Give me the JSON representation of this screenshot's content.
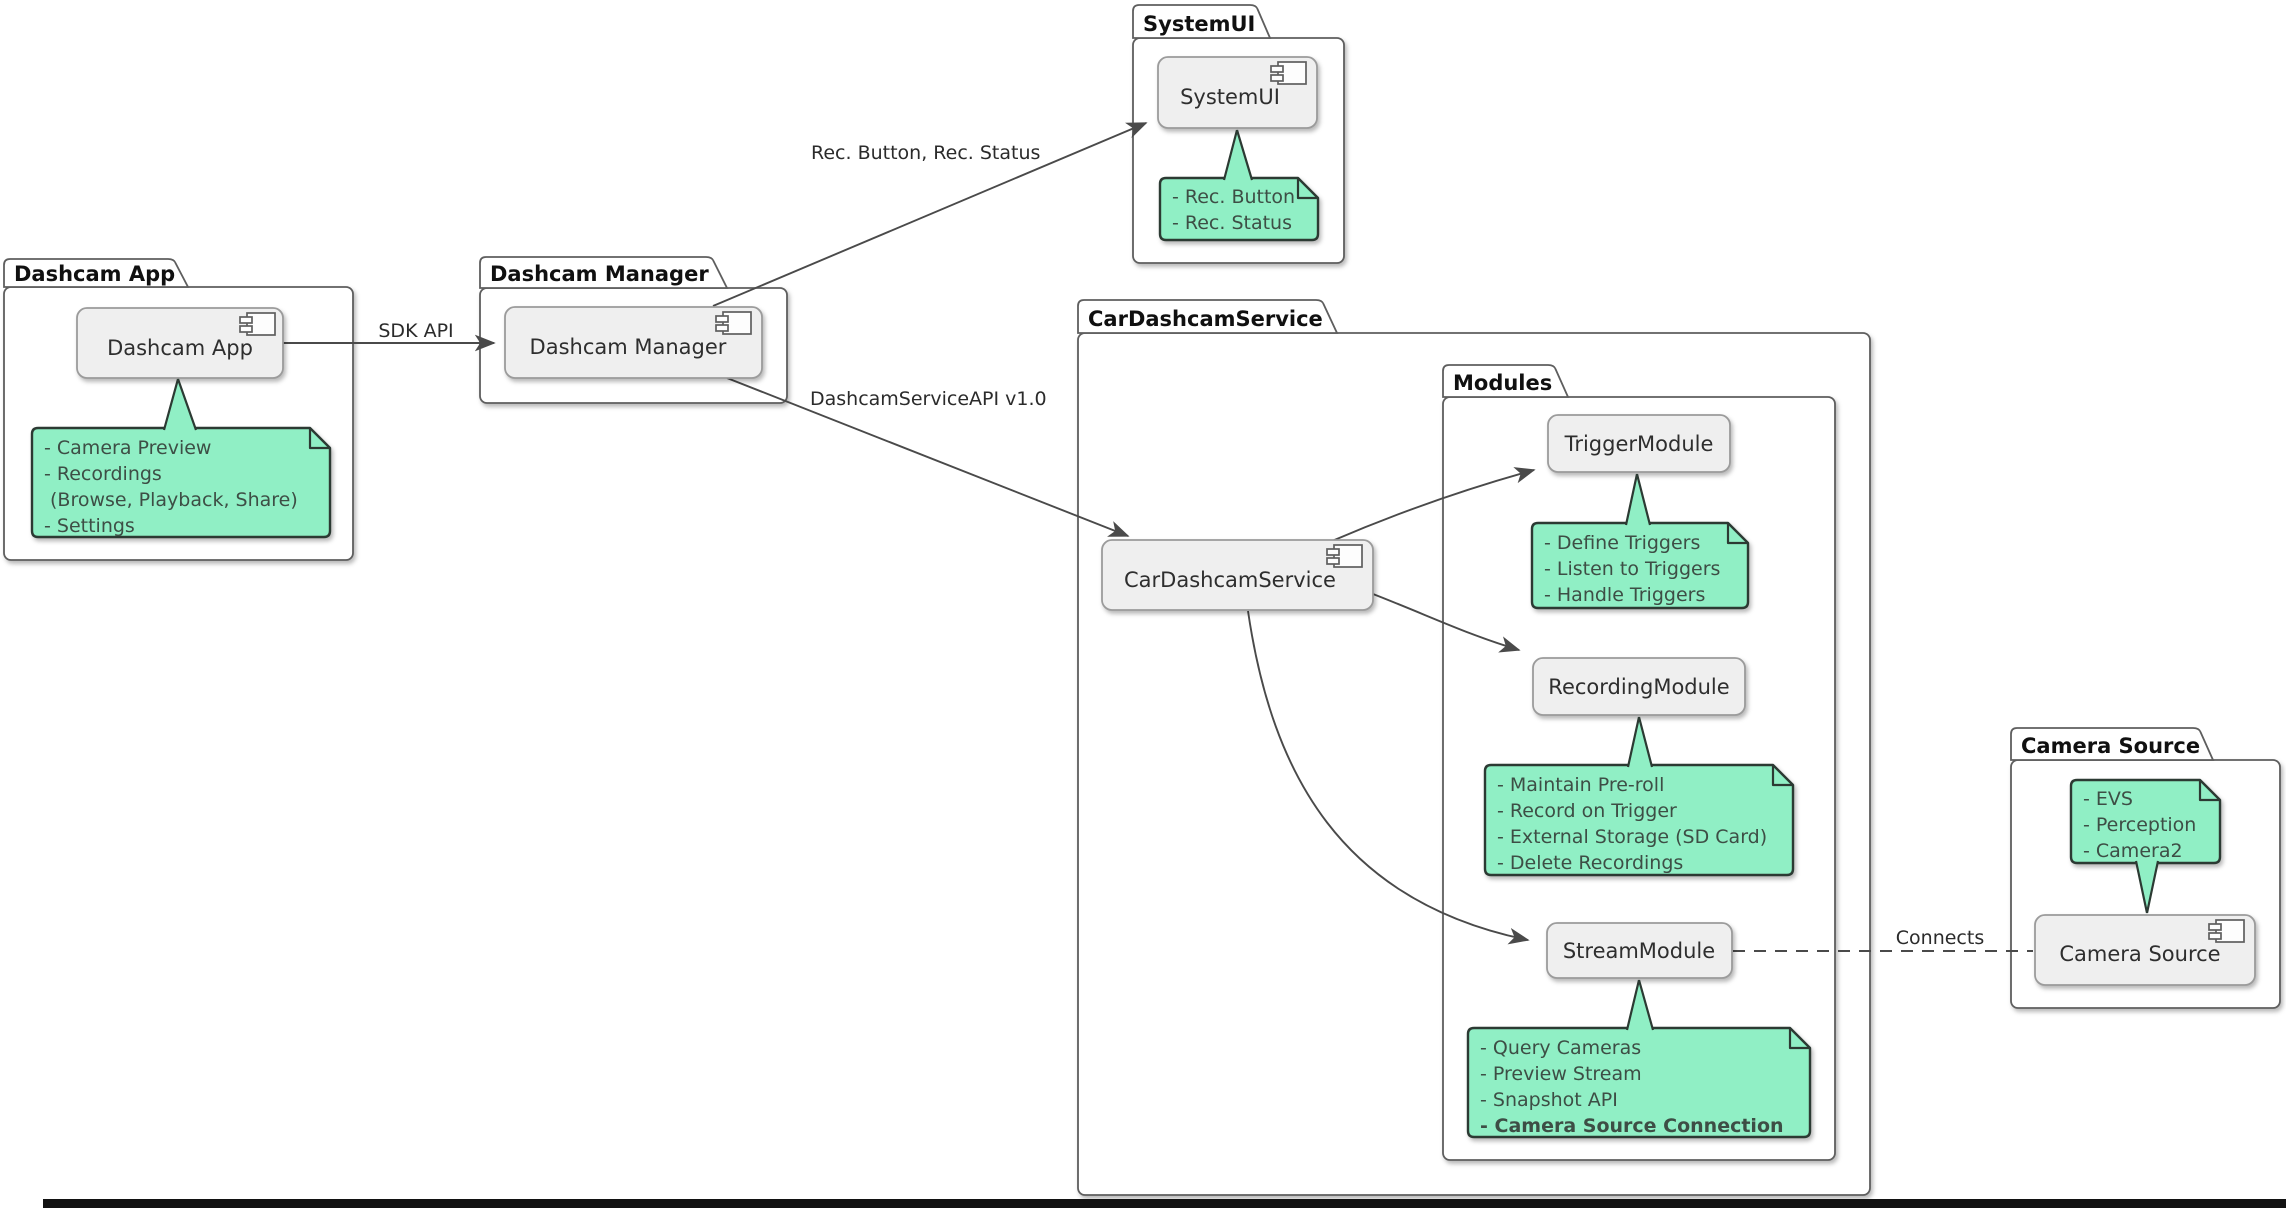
{
  "diagram": {
    "type": "uml-component-diagram",
    "packages": [
      {
        "title": "Dashcam App"
      },
      {
        "title": "Dashcam Manager"
      },
      {
        "title": "SystemUI"
      },
      {
        "title": "CarDashcamService"
      },
      {
        "title": "Modules"
      },
      {
        "title": "Camera Source"
      }
    ],
    "components": [
      {
        "label": "Dashcam App"
      },
      {
        "label": "Dashcam Manager"
      },
      {
        "label": "SystemUI"
      },
      {
        "label": "CarDashcamService"
      },
      {
        "label": "TriggerModule"
      },
      {
        "label": "RecordingModule"
      },
      {
        "label": "StreamModule"
      },
      {
        "label": "Camera Source"
      }
    ],
    "notes": [
      {
        "attached_to": "Dashcam App",
        "lines": [
          "- Camera Preview",
          "- Recordings",
          "(Browse, Playback, Share)",
          "- Settings"
        ]
      },
      {
        "attached_to": "SystemUI",
        "lines": [
          "- Rec. Button",
          "- Rec. Status"
        ]
      },
      {
        "attached_to": "TriggerModule",
        "lines": [
          "- Define Triggers",
          "- Listen to Triggers",
          "- Handle Triggers"
        ]
      },
      {
        "attached_to": "RecordingModule",
        "lines": [
          "- Maintain Pre-roll",
          "- Record on Trigger",
          "- External Storage (SD Card)",
          "- Delete Recordings"
        ]
      },
      {
        "attached_to": "StreamModule",
        "lines": [
          "- Query Cameras",
          "- Preview Stream",
          "- Snapshot API",
          "- Camera Source Connection"
        ],
        "last_line_bold": true
      },
      {
        "attached_to": "Camera Source",
        "lines": [
          "- EVS",
          "- Perception",
          "- Camera2"
        ]
      }
    ],
    "edges": [
      {
        "from": "Dashcam App",
        "to": "Dashcam Manager",
        "style": "solid-arrow",
        "label": "SDK API"
      },
      {
        "from": "Dashcam Manager",
        "to": "SystemUI",
        "style": "solid-arrow",
        "label": "Rec. Button, Rec. Status"
      },
      {
        "from": "Dashcam Manager",
        "to": "CarDashcamService",
        "style": "solid-arrow",
        "label": "DashcamServiceAPI v1.0"
      },
      {
        "from": "CarDashcamService",
        "to": "TriggerModule",
        "style": "solid-arrow",
        "label": ""
      },
      {
        "from": "CarDashcamService",
        "to": "RecordingModule",
        "style": "solid-arrow",
        "label": ""
      },
      {
        "from": "CarDashcamService",
        "to": "StreamModule",
        "style": "solid-arrow",
        "label": ""
      },
      {
        "from": "StreamModule",
        "to": "Camera Source",
        "style": "dashed",
        "label": "Connects"
      }
    ],
    "colors": {
      "note_fill": "#90EFC5",
      "note_border": "#2c3a33",
      "component_fill": "#EFEFEF",
      "component_border": "#9b9b9b",
      "package_border": "#5e5e5e",
      "edge": "#4a4a4a",
      "bottom_bar": "#121212"
    }
  }
}
